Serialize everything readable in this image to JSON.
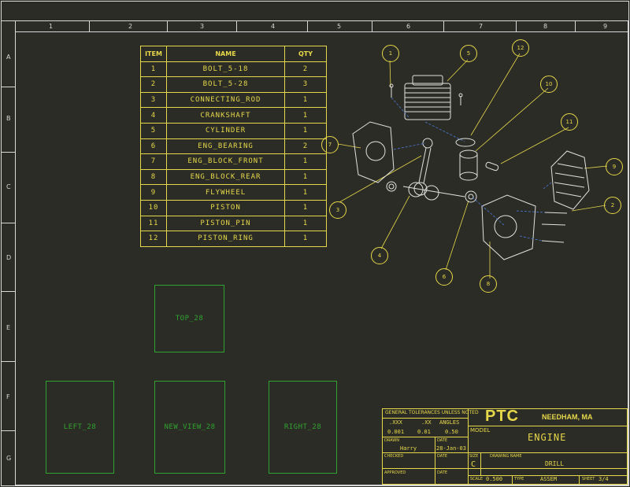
{
  "zones": {
    "columns": [
      "1",
      "2",
      "3",
      "4",
      "5",
      "6",
      "7",
      "8",
      "9"
    ],
    "rows": [
      "A",
      "B",
      "C",
      "D",
      "E",
      "F",
      "G"
    ]
  },
  "bom": {
    "headers": [
      "ITEM",
      "NAME",
      "QTY"
    ],
    "rows": [
      {
        "item": "1",
        "name": "BOLT_5-18",
        "qty": "2"
      },
      {
        "item": "2",
        "name": "BOLT_5-28",
        "qty": "3"
      },
      {
        "item": "3",
        "name": "CONNECTING_ROD",
        "qty": "1"
      },
      {
        "item": "4",
        "name": "CRANKSHAFT",
        "qty": "1"
      },
      {
        "item": "5",
        "name": "CYLINDER",
        "qty": "1"
      },
      {
        "item": "6",
        "name": "ENG_BEARING",
        "qty": "2"
      },
      {
        "item": "7",
        "name": "ENG_BLOCK_FRONT",
        "qty": "1"
      },
      {
        "item": "8",
        "name": "ENG_BLOCK_REAR",
        "qty": "1"
      },
      {
        "item": "9",
        "name": "FLYWHEEL",
        "qty": "1"
      },
      {
        "item": "10",
        "name": "PISTON",
        "qty": "1"
      },
      {
        "item": "11",
        "name": "PISTON_PIN",
        "qty": "1"
      },
      {
        "item": "12",
        "name": "PISTON_RING",
        "qty": "1"
      }
    ]
  },
  "views": {
    "top": "TOP_28",
    "left": "LEFT_28",
    "new_view": "NEW_VIEW_28",
    "right": "RIGHT_28"
  },
  "callouts": [
    "1",
    "5",
    "12",
    "10",
    "11",
    "7",
    "9",
    "2",
    "3",
    "4",
    "6",
    "8"
  ],
  "title_block": {
    "tolerances_header": "GENERAL TOLERANCES UNLESS NOTED",
    "tol_xxx": ".XXX",
    "tol_xx": ".XX",
    "tol_angles": "ANGLES",
    "tol_xxx_val": "0.001",
    "tol_xx_val": "0.01",
    "tol_angles_val": "0.50",
    "drawn_label": "DRAWN",
    "drawn_value": "Harry",
    "date_label_1": "DATE",
    "date_value_1": "28-Jan-03",
    "checked_label": "CHECKED",
    "date_label_2": "DATE",
    "approved_label": "APPROVED",
    "date_label_3": "DATE",
    "company": "PTC",
    "location": "NEEDHAM, MA",
    "model_label": "MODEL",
    "model_value": "ENGINE",
    "size_label": "SIZE",
    "size_value": "C",
    "drawing_name_label": "DRAWING NAME",
    "drawing_name_value": "DRILL",
    "scale_label": "SCALE",
    "scale_value": "0.500",
    "type_label": "TYPE",
    "type_value": "ASSEM",
    "sheet_label": "SHEET",
    "sheet_value": "3/4"
  },
  "colors": {
    "background": "#2c2c26",
    "annotation": "#e6d84a",
    "view_frame": "#2fa32f",
    "border": "#d8d8d8"
  }
}
